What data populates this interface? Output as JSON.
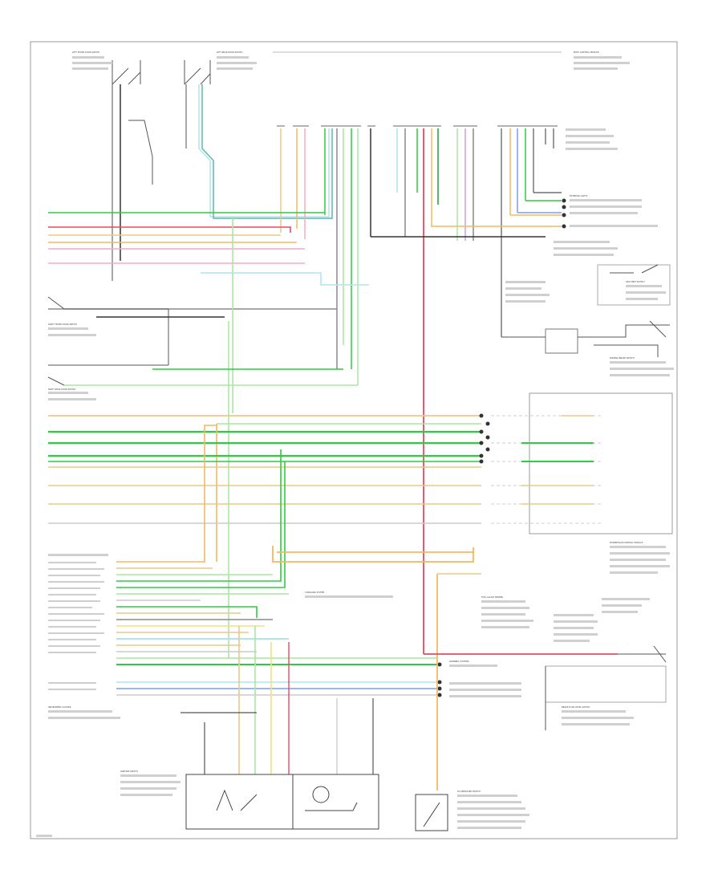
{
  "diagram": {
    "page_label": "",
    "labels": {
      "left_front_door_switch": "LEFT FRONT DOOR SWITCH",
      "left_rear_door_switch": "LEFT REAR DOOR SWITCH",
      "right_front_door_switch": "RIGHT FRONT DOOR SWITCH",
      "right_rear_door_switch": "RIGHT REAR DOOR SWITCH",
      "body_control_module": "BODY CONTROL MODULE",
      "instrument_cluster": "INSTRUMENT CLUSTER",
      "powertrain_control_module": "POWERTRAIN CONTROL MODULE",
      "ignition_switch": "IGNITION SWITCH",
      "oil_pressure_switch": "OIL PRESSURE SWITCH",
      "brake_fluid_level_switch": "BRAKE FLUID LEVEL SWITCH",
      "parking_brake_switch": "PARKING BRAKE SWITCH",
      "seat_belt_switch": "SEAT BELT SWITCH",
      "fuel_gauge_sender": "FUEL GAUGE SENDER",
      "exterior_lights": "EXTERIOR LIGHTS",
      "warning_systems": "WARNING SYSTEMS",
      "charging_system": "CHARGING SYSTEM"
    },
    "wire_colors": {
      "green": "#2ecc40",
      "light_green": "#a8e8a0",
      "red": "#e84a5f",
      "pink": "#f7a8c4",
      "orange": "#f4b860",
      "tan": "#e9c98a",
      "yellow": "#f2e27a",
      "light_blue": "#aee6f0",
      "blue": "#7f9cf5",
      "violet": "#c9a0dc",
      "gray": "#8a8a8a",
      "black": "#333333",
      "dark_green": "#1e9e3a"
    }
  }
}
